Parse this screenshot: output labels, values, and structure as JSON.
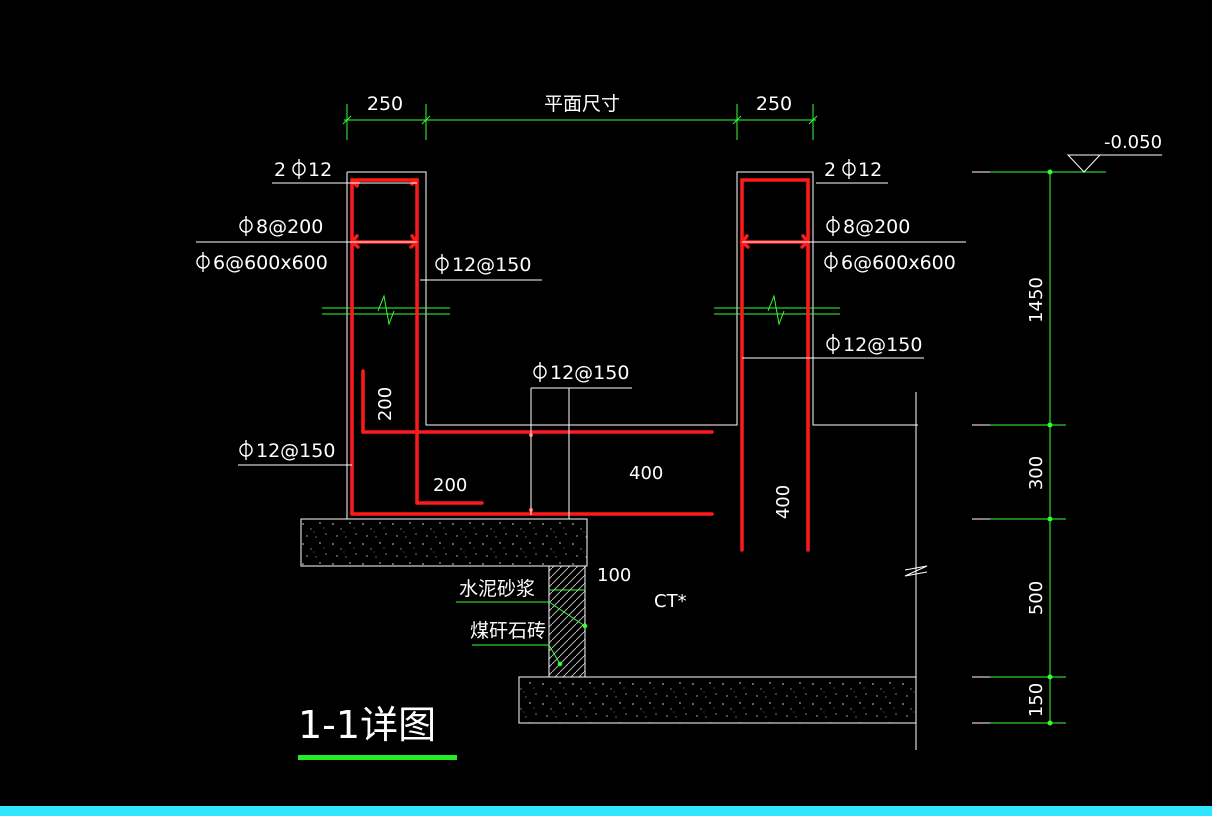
{
  "drawing": {
    "title": "1-1详图",
    "colors": {
      "background": "#000000",
      "line": "#ffffff",
      "rebar": "#ff1a1a",
      "dimension": "#33ff33",
      "title_underline": "#22ee22",
      "bottom_bar": "#2ee6ff"
    },
    "dimensions": {
      "left_width": "250",
      "plan_size": "平面尺寸",
      "right_width": "250",
      "elevation": "-0.050",
      "h1": "1450",
      "h2": "300",
      "h3": "500",
      "h4": "150",
      "wall_thick": "100",
      "inner_200_v": "200",
      "inner_200_h": "200",
      "inner_400": "400",
      "right_400": "400"
    },
    "labels": {
      "left_top_bars": "2",
      "left_top_bars_dia": "12",
      "right_top_bars": "2",
      "right_top_bars_dia": "12",
      "left_stirrup": "8@200",
      "left_tie": "6@600x600",
      "right_stirrup": "8@200",
      "right_tie": "6@600x600",
      "left_wall_bar": "12@150",
      "right_wall_bar": "12@150",
      "slab_bar": "12@150",
      "left_outer_bar": "12@150",
      "mortar": "水泥砂浆",
      "brick": "煤矸石砖",
      "soil": "CT*"
    }
  }
}
